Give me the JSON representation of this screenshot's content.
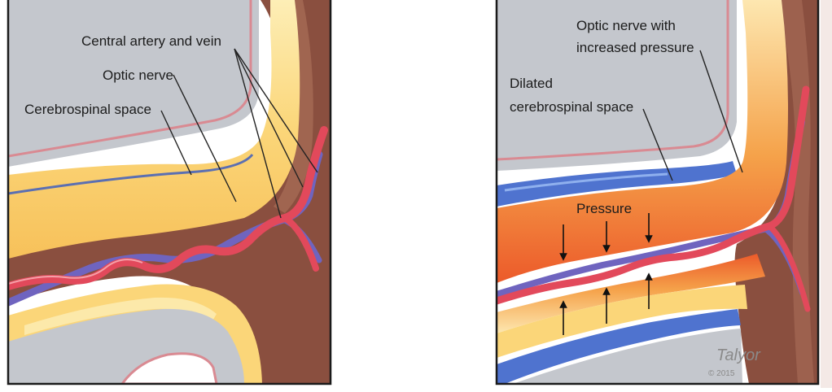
{
  "colors": {
    "background": "#ffffff",
    "frame": "#1a1a1a",
    "bone_gray": "#c3c6cc",
    "dura_brown": "#8a4f3f",
    "nerve_yellow": "#fbd679",
    "nerve_light": "#fdeeb6",
    "csf_blue": "#4f73cf",
    "artery_red": "#e2495b",
    "vein_purple": "#7367c2",
    "pressure_red": "#ee6a2c",
    "text": "#1c1c1c"
  },
  "left_panel": {
    "labels": {
      "artery_vein": "Central artery and vein",
      "optic_nerve": "Optic nerve",
      "csf_space": "Cerebrospinal space"
    }
  },
  "right_panel": {
    "labels": {
      "nerve_pressure_line1": "Optic nerve with",
      "nerve_pressure_line2": "increased pressure",
      "dilated_line1": "Dilated",
      "dilated_line2": "cerebrospinal space",
      "pressure": "Pressure"
    },
    "signature": "Talyor",
    "copyright": "© 2015"
  }
}
